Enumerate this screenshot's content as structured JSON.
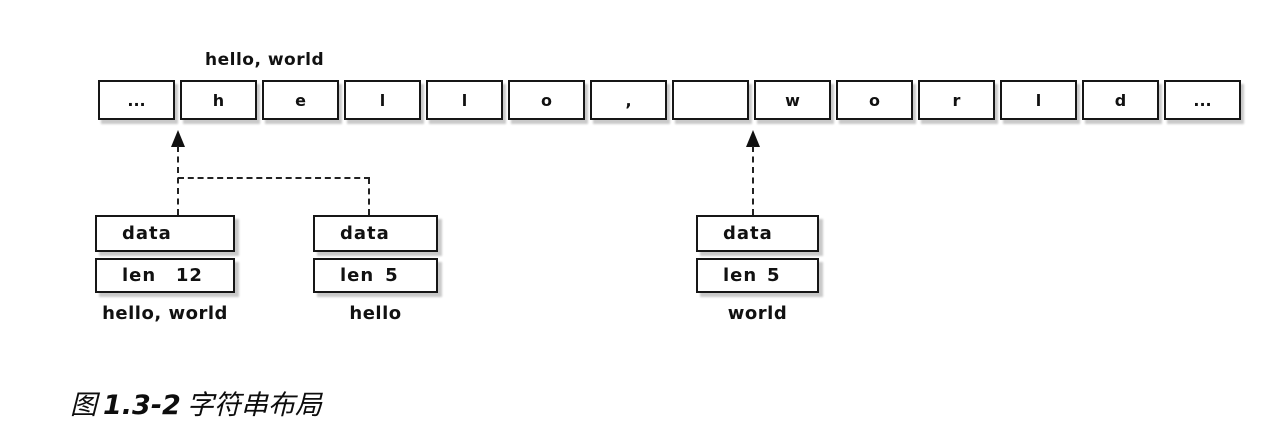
{
  "figure": {
    "top_label": "hello, world",
    "cells": [
      "...",
      "h",
      "e",
      "l",
      "l",
      "o",
      ",",
      " ",
      "w",
      "o",
      "r",
      "l",
      "d",
      "..."
    ],
    "structs": [
      {
        "data_label": "data",
        "len_label": "len",
        "len_value": "12",
        "caption": "hello, world"
      },
      {
        "data_label": "data",
        "len_label": "len",
        "len_value": "5",
        "caption": "hello"
      },
      {
        "data_label": "data",
        "len_label": "len",
        "len_value": "5",
        "caption": "world"
      }
    ],
    "caption": {
      "prefix": "图",
      "number": "1.3-2",
      "title": "字符串布局"
    },
    "colors": {
      "ink": "#161616",
      "shadow": "#c9c9c9",
      "background": "#ffffff"
    }
  }
}
